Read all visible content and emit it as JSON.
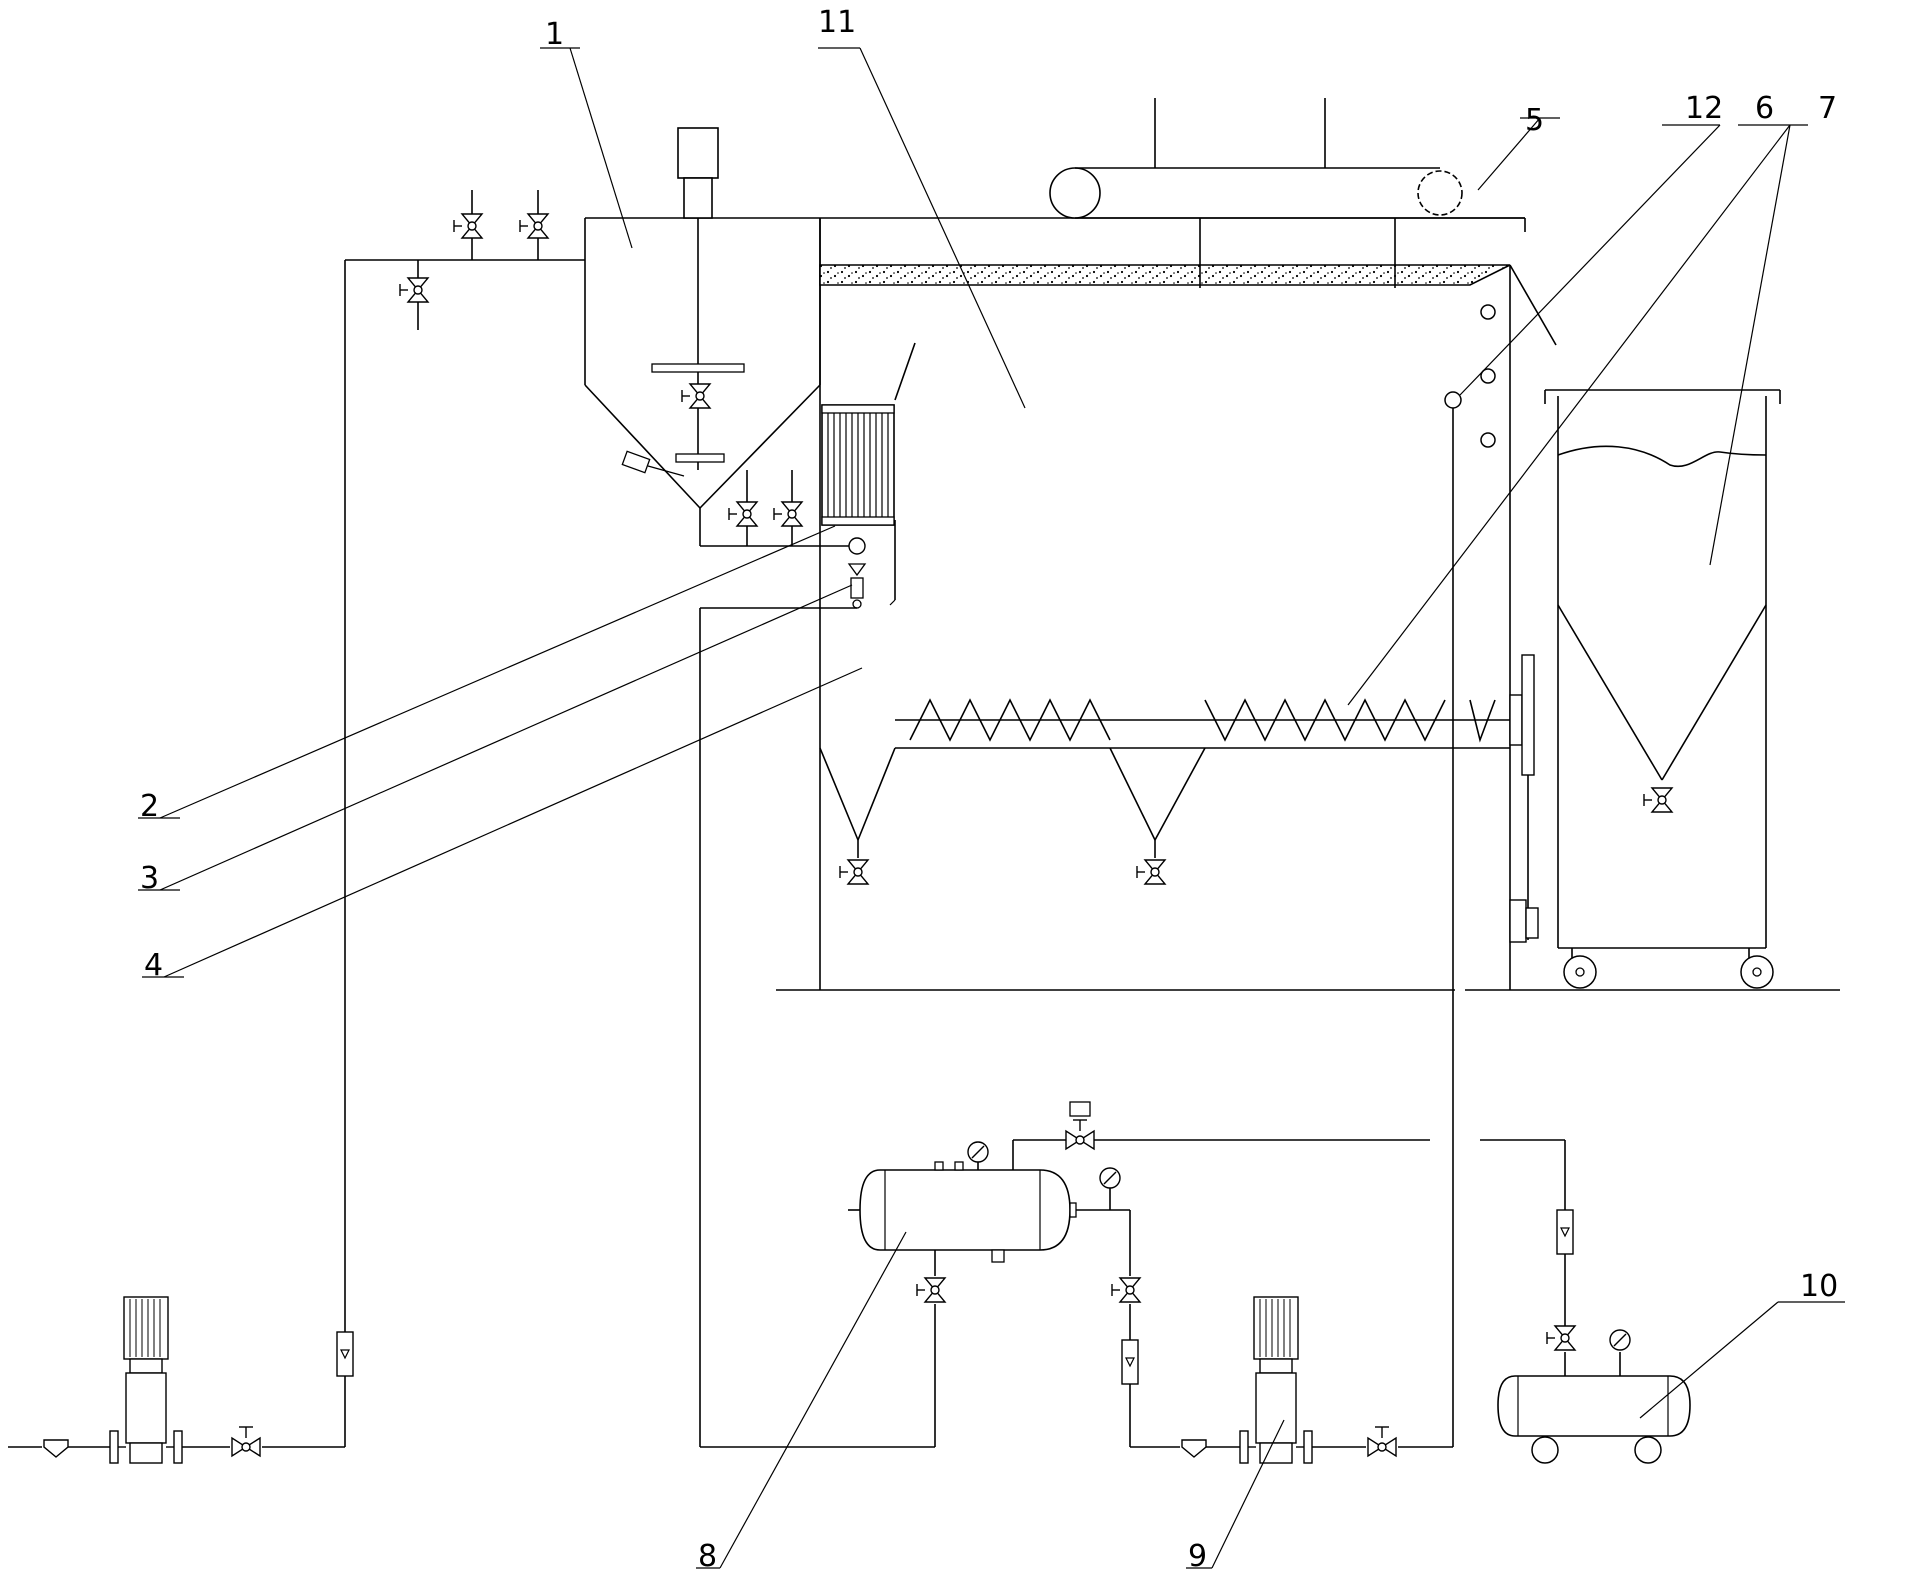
{
  "labels": {
    "l1": "1",
    "l2": "2",
    "l3": "3",
    "l4": "4",
    "l5": "5",
    "l6": "6",
    "l7": "7",
    "l8": "8",
    "l9": "9",
    "l10": "10",
    "l11": "11",
    "l12": "12"
  },
  "icons": {
    "valve": "butterfly-valve-icon",
    "pump": "vertical-pump-icon",
    "flowmeter": "rotameter-icon",
    "gauge": "pressure-gauge-icon",
    "filter": "strainer-icon"
  }
}
